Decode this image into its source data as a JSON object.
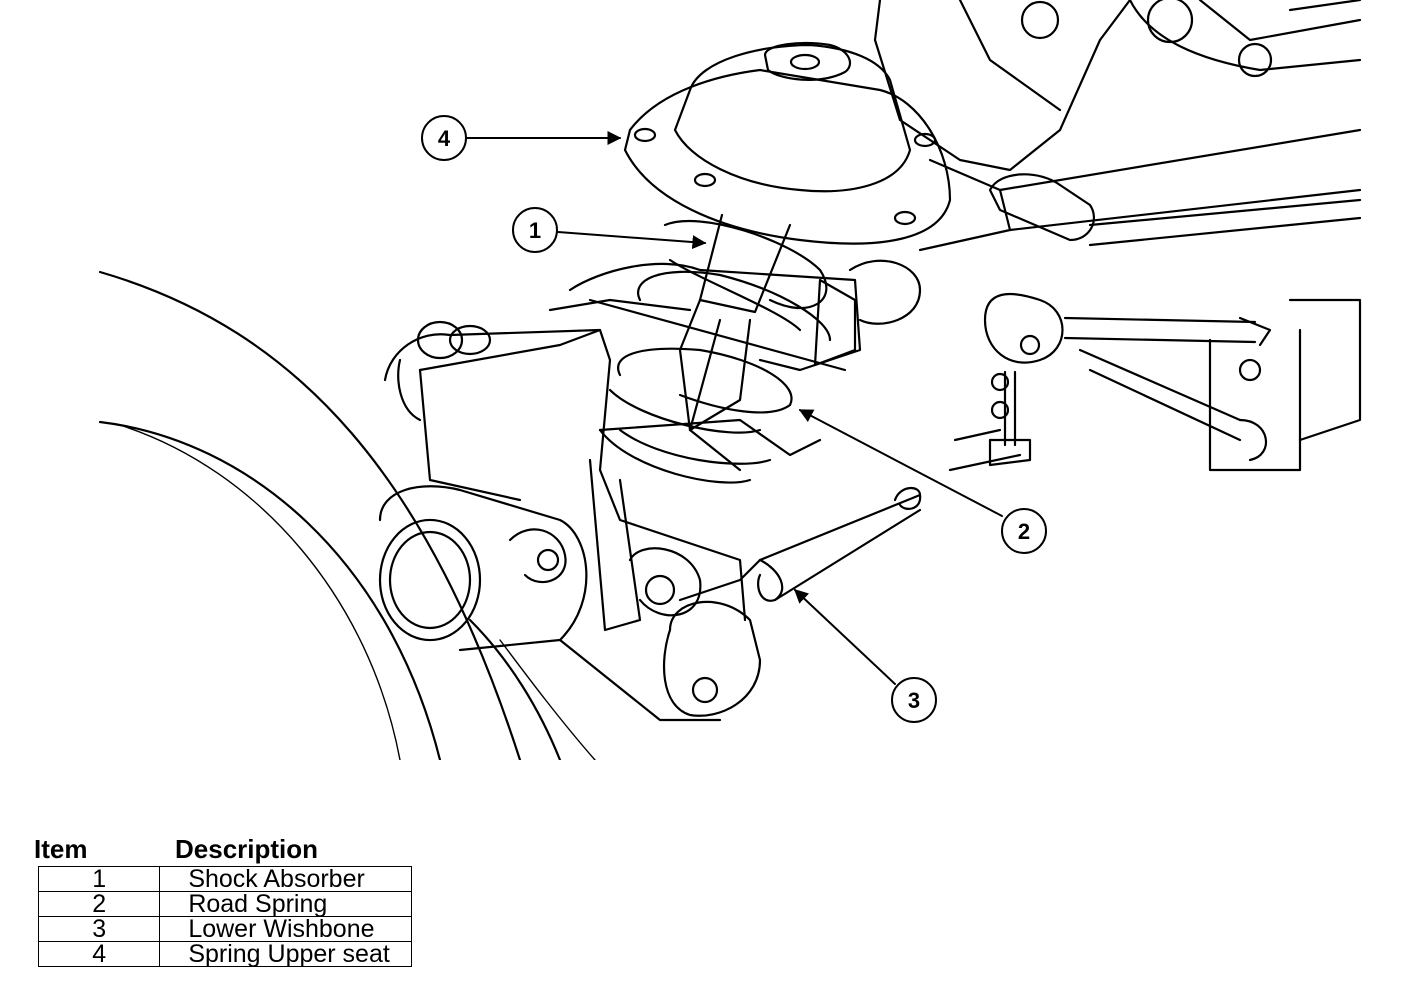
{
  "callouts": [
    {
      "number": "1",
      "description": "Shock Absorber"
    },
    {
      "number": "2",
      "description": "Road Spring"
    },
    {
      "number": "3",
      "description": "Lower Wishbone"
    },
    {
      "number": "4",
      "description": "Spring Upper seat"
    }
  ],
  "legend": {
    "item_header": "Item",
    "description_header": "Description",
    "rows": [
      {
        "item": "1",
        "description": "Shock Absorber"
      },
      {
        "item": "2",
        "description": "Road Spring"
      },
      {
        "item": "3",
        "description": "Lower Wishbone"
      },
      {
        "item": "4",
        "description": "Spring Upper seat"
      }
    ]
  },
  "colors": {
    "line": "#000000",
    "background": "#ffffff"
  }
}
